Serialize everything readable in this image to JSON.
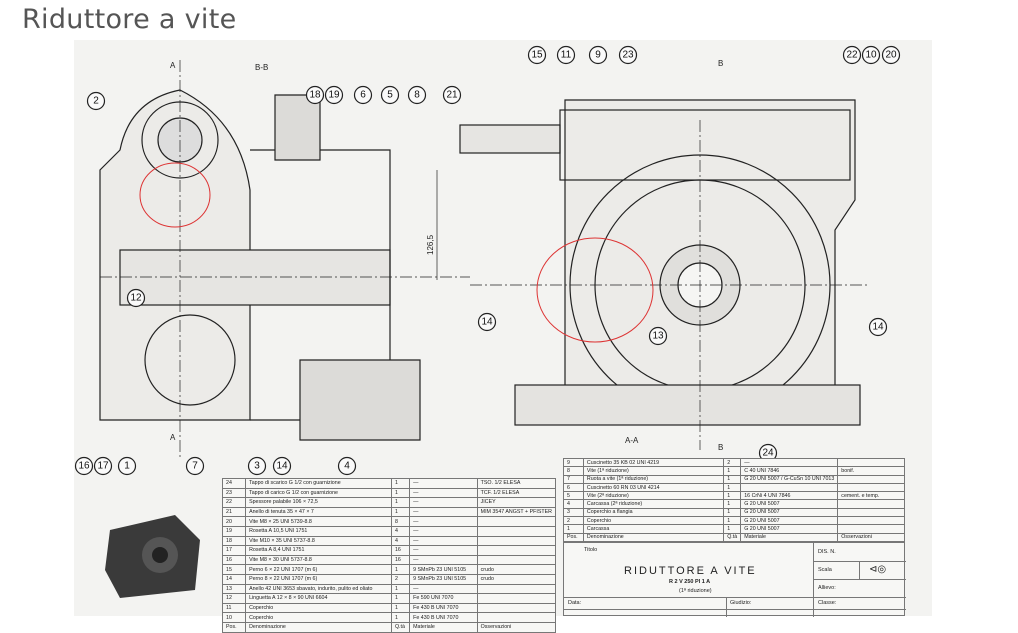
{
  "page": {
    "title": "Riduttore a vite"
  },
  "drawing": {
    "section_labels": {
      "bb": "B-B",
      "a_top": "A",
      "a_bottom": "A",
      "aa": "A-A",
      "b_top": "B",
      "b_bottom": "B"
    },
    "dimension": "126,5",
    "balloons_left": [
      "2",
      "18",
      "19",
      "6",
      "5",
      "8",
      "21",
      "12",
      "16",
      "17",
      "1",
      "7",
      "3",
      "14",
      "4"
    ],
    "balloons_right": [
      "15",
      "11",
      "9",
      "23",
      "22",
      "10",
      "20",
      "14",
      "13",
      "14",
      "24"
    ]
  },
  "parts_left": {
    "rows": [
      [
        "24",
        "Tappo di scarico G 1/2 con guarnizione",
        "1",
        "—",
        "TSO. 1/2 ELESA"
      ],
      [
        "23",
        "Tappo di carico G 1/2 con guarnizione",
        "1",
        "—",
        "TCF. 1/2 ELESA"
      ],
      [
        "22",
        "Spessore palabile 106 × 72,5",
        "1",
        "—",
        "JICEY"
      ],
      [
        "21",
        "Anello di tenuta 35 × 47 × 7",
        "1",
        "—",
        "MIM 3547 ANGST + PFISTER"
      ],
      [
        "20",
        "Vite M8 × 25 UNI 5739-8.8",
        "8",
        "—",
        ""
      ],
      [
        "19",
        "Rosetta A 10,5 UNI 1751",
        "4",
        "—",
        ""
      ],
      [
        "18",
        "Vite M10 × 35 UNI 5737-8.8",
        "4",
        "—",
        ""
      ],
      [
        "17",
        "Rosetta A 8,4 UNI 1751",
        "16",
        "—",
        ""
      ],
      [
        "16",
        "Vite M8 × 30 UNI 5737-8.8",
        "16",
        "—",
        ""
      ],
      [
        "15",
        "Perno 6 × 22 UNI 1707 (m 6)",
        "1",
        "9 SMnPb 23 UNI 5105",
        "crudo"
      ],
      [
        "14",
        "Perno 8 × 22 UNI 1707 (m 6)",
        "2",
        "9 SMnPb 23 UNI 5105",
        "crudo"
      ],
      [
        "13",
        "Anello 42 UNI 3653 sbavato, indurito, pulito ed oliato",
        "1",
        "—",
        ""
      ],
      [
        "12",
        "Linguetta A 12 × 8 × 90 UNI 6604",
        "1",
        "Fe 590 UNI 7070",
        ""
      ],
      [
        "11",
        "Coperchio",
        "1",
        "Fe 430 B UNI 7070",
        ""
      ],
      [
        "10",
        "Coperchio",
        "1",
        "Fe 430 B UNI 7070",
        ""
      ]
    ],
    "header": [
      "Pos.",
      "Denominazione",
      "Q.tà",
      "Materiale",
      "Osservazioni"
    ]
  },
  "parts_right": {
    "rows": [
      [
        "9",
        "Cuscinetto 35 KB 02 UNI 4219",
        "2",
        "—",
        ""
      ],
      [
        "8",
        "Vite (1ª riduzione)",
        "1",
        "C 40 UNI 7846",
        "bonif."
      ],
      [
        "7",
        "Ruota a vite (1ª riduzione)",
        "1",
        "G 20 UNI 5007 / G-CuSn 10 UNI 7013",
        ""
      ],
      [
        "6",
        "Cuscinetto 60 RN 03 UNI 4214",
        "1",
        "",
        ""
      ],
      [
        "5",
        "Vite (2ª riduzione)",
        "1",
        "16 CrNi 4 UNI 7846",
        "cement. e temp."
      ],
      [
        "4",
        "Carcassa (2ª riduzione)",
        "1",
        "G 20 UNI 5007",
        ""
      ],
      [
        "3",
        "Coperchio a flangia",
        "1",
        "G 20 UNI 5007",
        ""
      ],
      [
        "2",
        "Coperchio",
        "1",
        "G 20 UNI 5007",
        ""
      ],
      [
        "1",
        "Carcassa",
        "1",
        "G 20 UNI 5007",
        ""
      ]
    ],
    "header": [
      "Pos.",
      "Denominazione",
      "Q.tà",
      "Materiale",
      "Osservazioni"
    ]
  },
  "title_block": {
    "titolo_label": "Titolo",
    "main_title": "RIDUTTORE A VITE",
    "code": "R 2 V   250 PI 1 A",
    "subtitle": "(1ª riduzione)",
    "dis_n": "DIS. N.",
    "scala": "Scala",
    "allievo": "Allievo:",
    "data": "Data:",
    "giudizio": "Giudizio:",
    "classe": "Classe:"
  }
}
